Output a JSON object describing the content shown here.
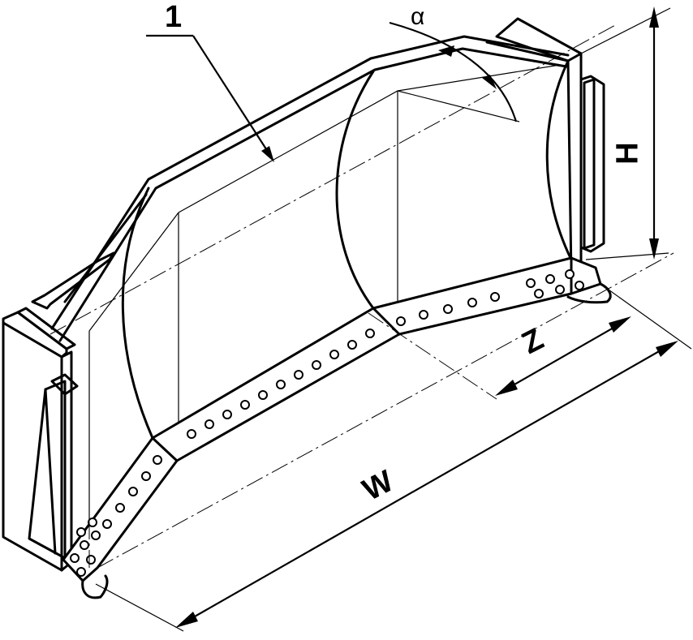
{
  "labels": {
    "part_number": "1",
    "angle": "α",
    "height": "H",
    "depth": "Z",
    "width": "W"
  },
  "colors": {
    "line": "#000000",
    "background": "#ffffff"
  }
}
